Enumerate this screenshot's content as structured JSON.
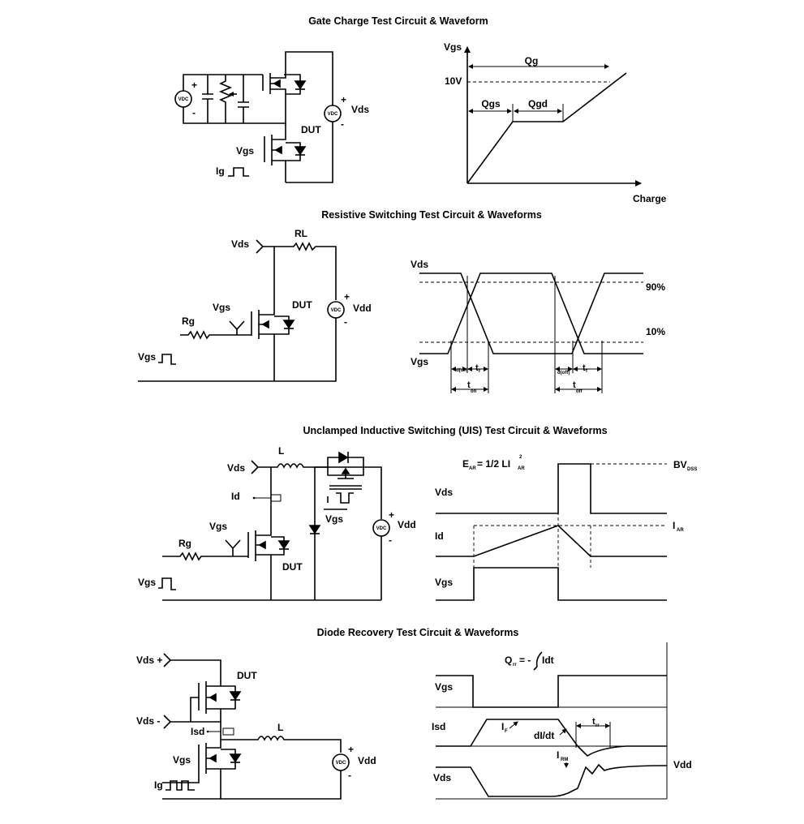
{
  "sections": [
    {
      "title": "Gate Charge Test Circuit & Waveform"
    },
    {
      "title": "Resistive Switching Test Circuit & Waveforms"
    },
    {
      "title": "Unclamped Inductive Switching (UIS) Test Circuit & Waveforms"
    },
    {
      "title": "Diode Recovery Test Circuit & Waveforms"
    }
  ],
  "gate_charge": {
    "circuit": {
      "vdc": "VDC",
      "plus": "+",
      "minus": "-",
      "vds": "Vds",
      "dut": "DUT",
      "vgs": "Vgs",
      "ig": "Ig"
    },
    "wave": {
      "y_axis": "Vgs",
      "x_axis": "Charge",
      "qg": "Qg",
      "v10": "10V",
      "qgs": "Qgs",
      "qgd": "Qgd"
    }
  },
  "resistive": {
    "circuit": {
      "vds": "Vds",
      "rl": "RL",
      "vdd": "Vdd",
      "dut": "DUT",
      "vgs": "Vgs",
      "rg": "Rg",
      "vgs_pulse": "Vgs"
    },
    "wave": {
      "vds": "Vds",
      "vgs": "Vgs",
      "p90": "90%",
      "p10": "10%",
      "tdon": "d(on)",
      "tr": "r",
      "tdoff": "d(off)",
      "tf": "f",
      "ton": "on",
      "toff": "off",
      "t": "t"
    }
  },
  "uis": {
    "circuit": {
      "vds": "Vds",
      "l": "L",
      "id": "Id",
      "vgs_bar": "Vgs",
      "vdd": "Vdd",
      "vgs": "Vgs",
      "rg": "Rg",
      "dut": "DUT",
      "vgs_pulse": "Vgs"
    },
    "wave": {
      "ear": "E",
      "ear_sub": "AR",
      "ear_rest": "= 1/2 LI",
      "ear_sup": "2",
      "ear_sub2": "AR",
      "bvdss": "BV",
      "bvdss_sub": "DSS",
      "vds": "Vds",
      "id": "Id",
      "iar": "I",
      "iar_sub": "AR",
      "vgs": "Vgs"
    }
  },
  "diode": {
    "circuit": {
      "vds_plus": "Vds +",
      "dut": "DUT",
      "vds_minus": "Vds -",
      "isd": "Isd",
      "l": "L",
      "vdd": "Vdd",
      "vgs": "Vgs",
      "ig": "Ig"
    },
    "wave": {
      "qrr": "Q",
      "qrr_sub": "rr",
      "qrr_rest": "= -",
      "idt": "Idt",
      "vgs": "Vgs",
      "isd": "Isd",
      "if": "I",
      "if_sub": "F",
      "didt": "dI/dt",
      "trr": "t",
      "trr_sub": "rr",
      "irm": "I",
      "irm_sub": "RM",
      "vds": "Vds",
      "vdd": "Vdd"
    }
  }
}
